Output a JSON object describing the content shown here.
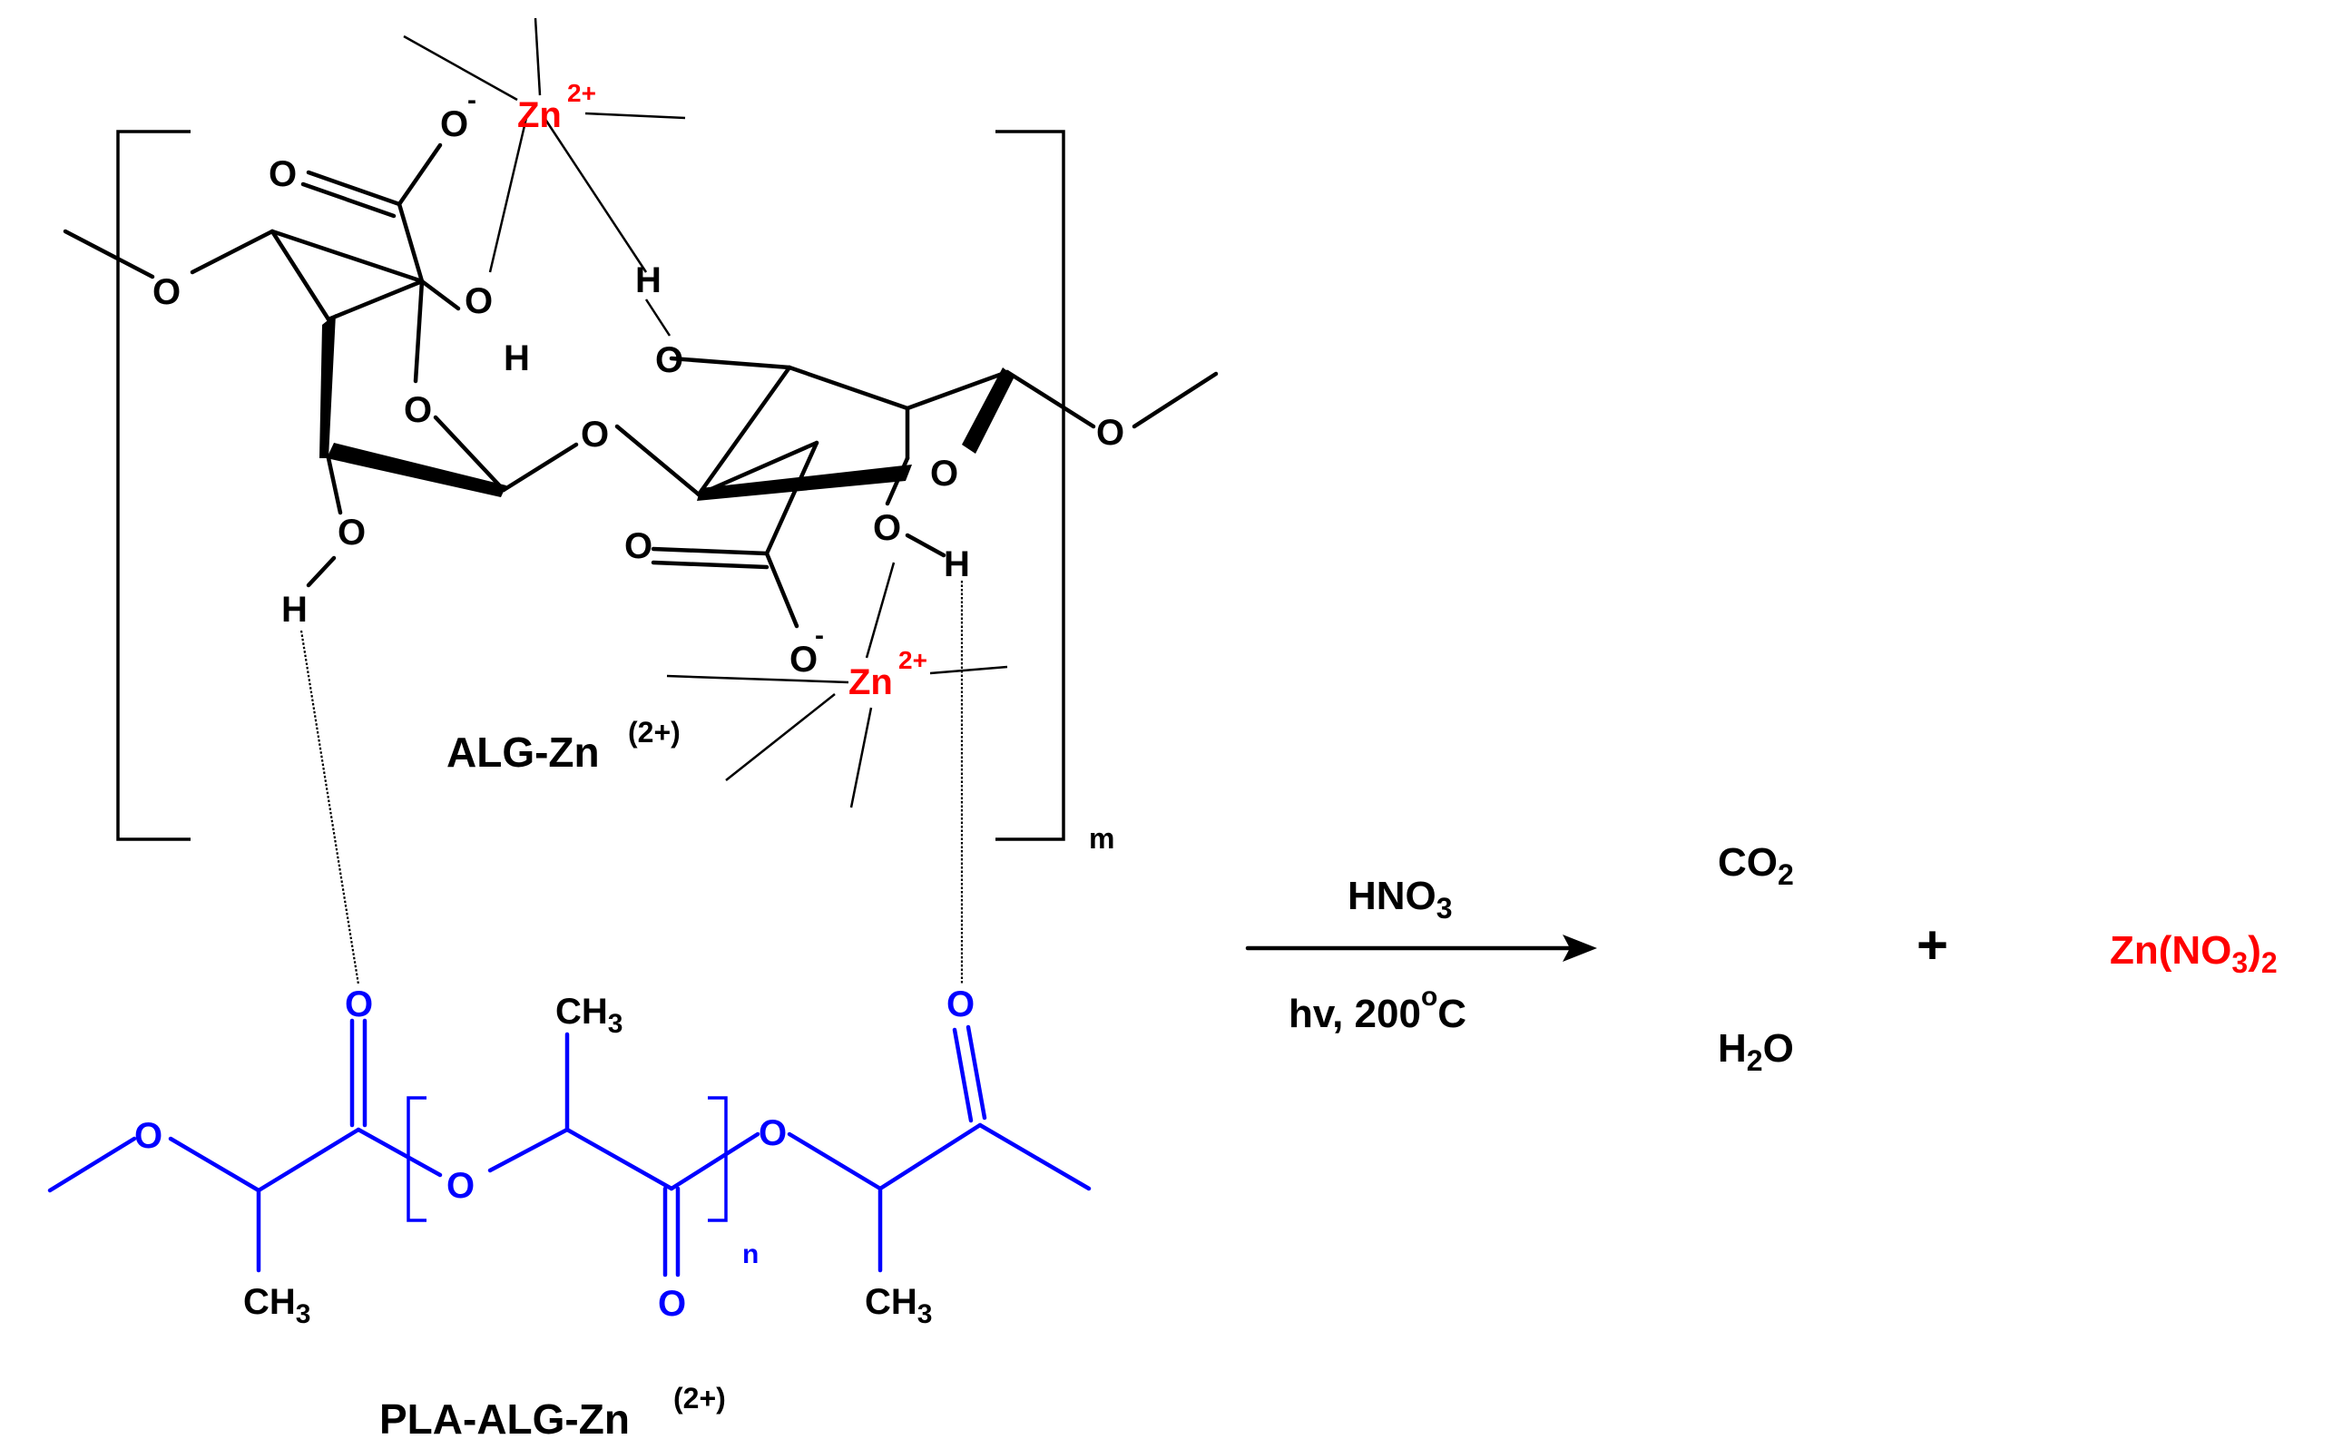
{
  "colors": {
    "black": "#000000",
    "zinc": "#ff0000",
    "pla": "#0000ff"
  },
  "alginate": {
    "label": "ALG-Zn",
    "label_charge": "(2+)",
    "repeat_subscript": "m",
    "zinc_ion": "Zn",
    "zinc_charge": "2+",
    "atom_O": "O",
    "atom_H": "H",
    "oxide_charge": "-"
  },
  "pla": {
    "label": "PLA-ALG-Zn",
    "label_charge": "(2+)",
    "repeat_subscript": "n",
    "atom_O": "O",
    "methyl": "CH",
    "methyl_sub": "3"
  },
  "reaction": {
    "reagent": "HNO",
    "reagent_sub": "3",
    "conditions": "hv, 200",
    "conditions_deg": "o",
    "conditions_unit": "C",
    "plus": "+"
  },
  "products": {
    "co2": "CO",
    "co2_sub": "2",
    "h2o_h": "H",
    "h2o_sub": "2",
    "h2o_o": "O",
    "zn_nitrate": "Zn(NO",
    "zn_nitrate_sub": "3",
    "zn_nitrate_close": ")",
    "zn_nitrate_sub2": "2"
  }
}
